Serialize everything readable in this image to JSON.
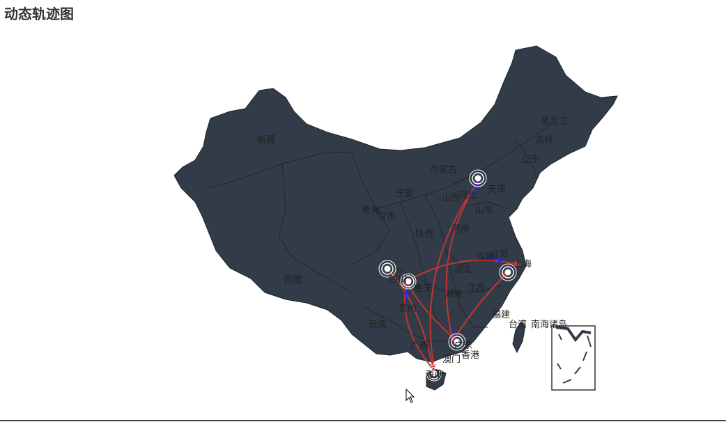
{
  "page_title": "动态轨迹图",
  "colors": {
    "land": "#323c48",
    "border": "#1e252d",
    "line_red": "#c23531",
    "line_blue": "#1f2cff",
    "node_ring": "#ffffff"
  },
  "map": {
    "provinces": [
      "新疆",
      "西藏",
      "青海",
      "甘肃",
      "宁夏",
      "内蒙古",
      "陕西",
      "山西",
      "河北",
      "天津",
      "山东",
      "河南",
      "湖北",
      "湖南",
      "江西",
      "安徽",
      "江苏",
      "上海",
      "福建",
      "广东",
      "澳门",
      "香港",
      "广西",
      "云南",
      "贵州",
      "四川",
      "重庆",
      "海南",
      "黑龙江",
      "吉林",
      "辽宁",
      "台湾",
      "南海诸岛"
    ]
  }
}
